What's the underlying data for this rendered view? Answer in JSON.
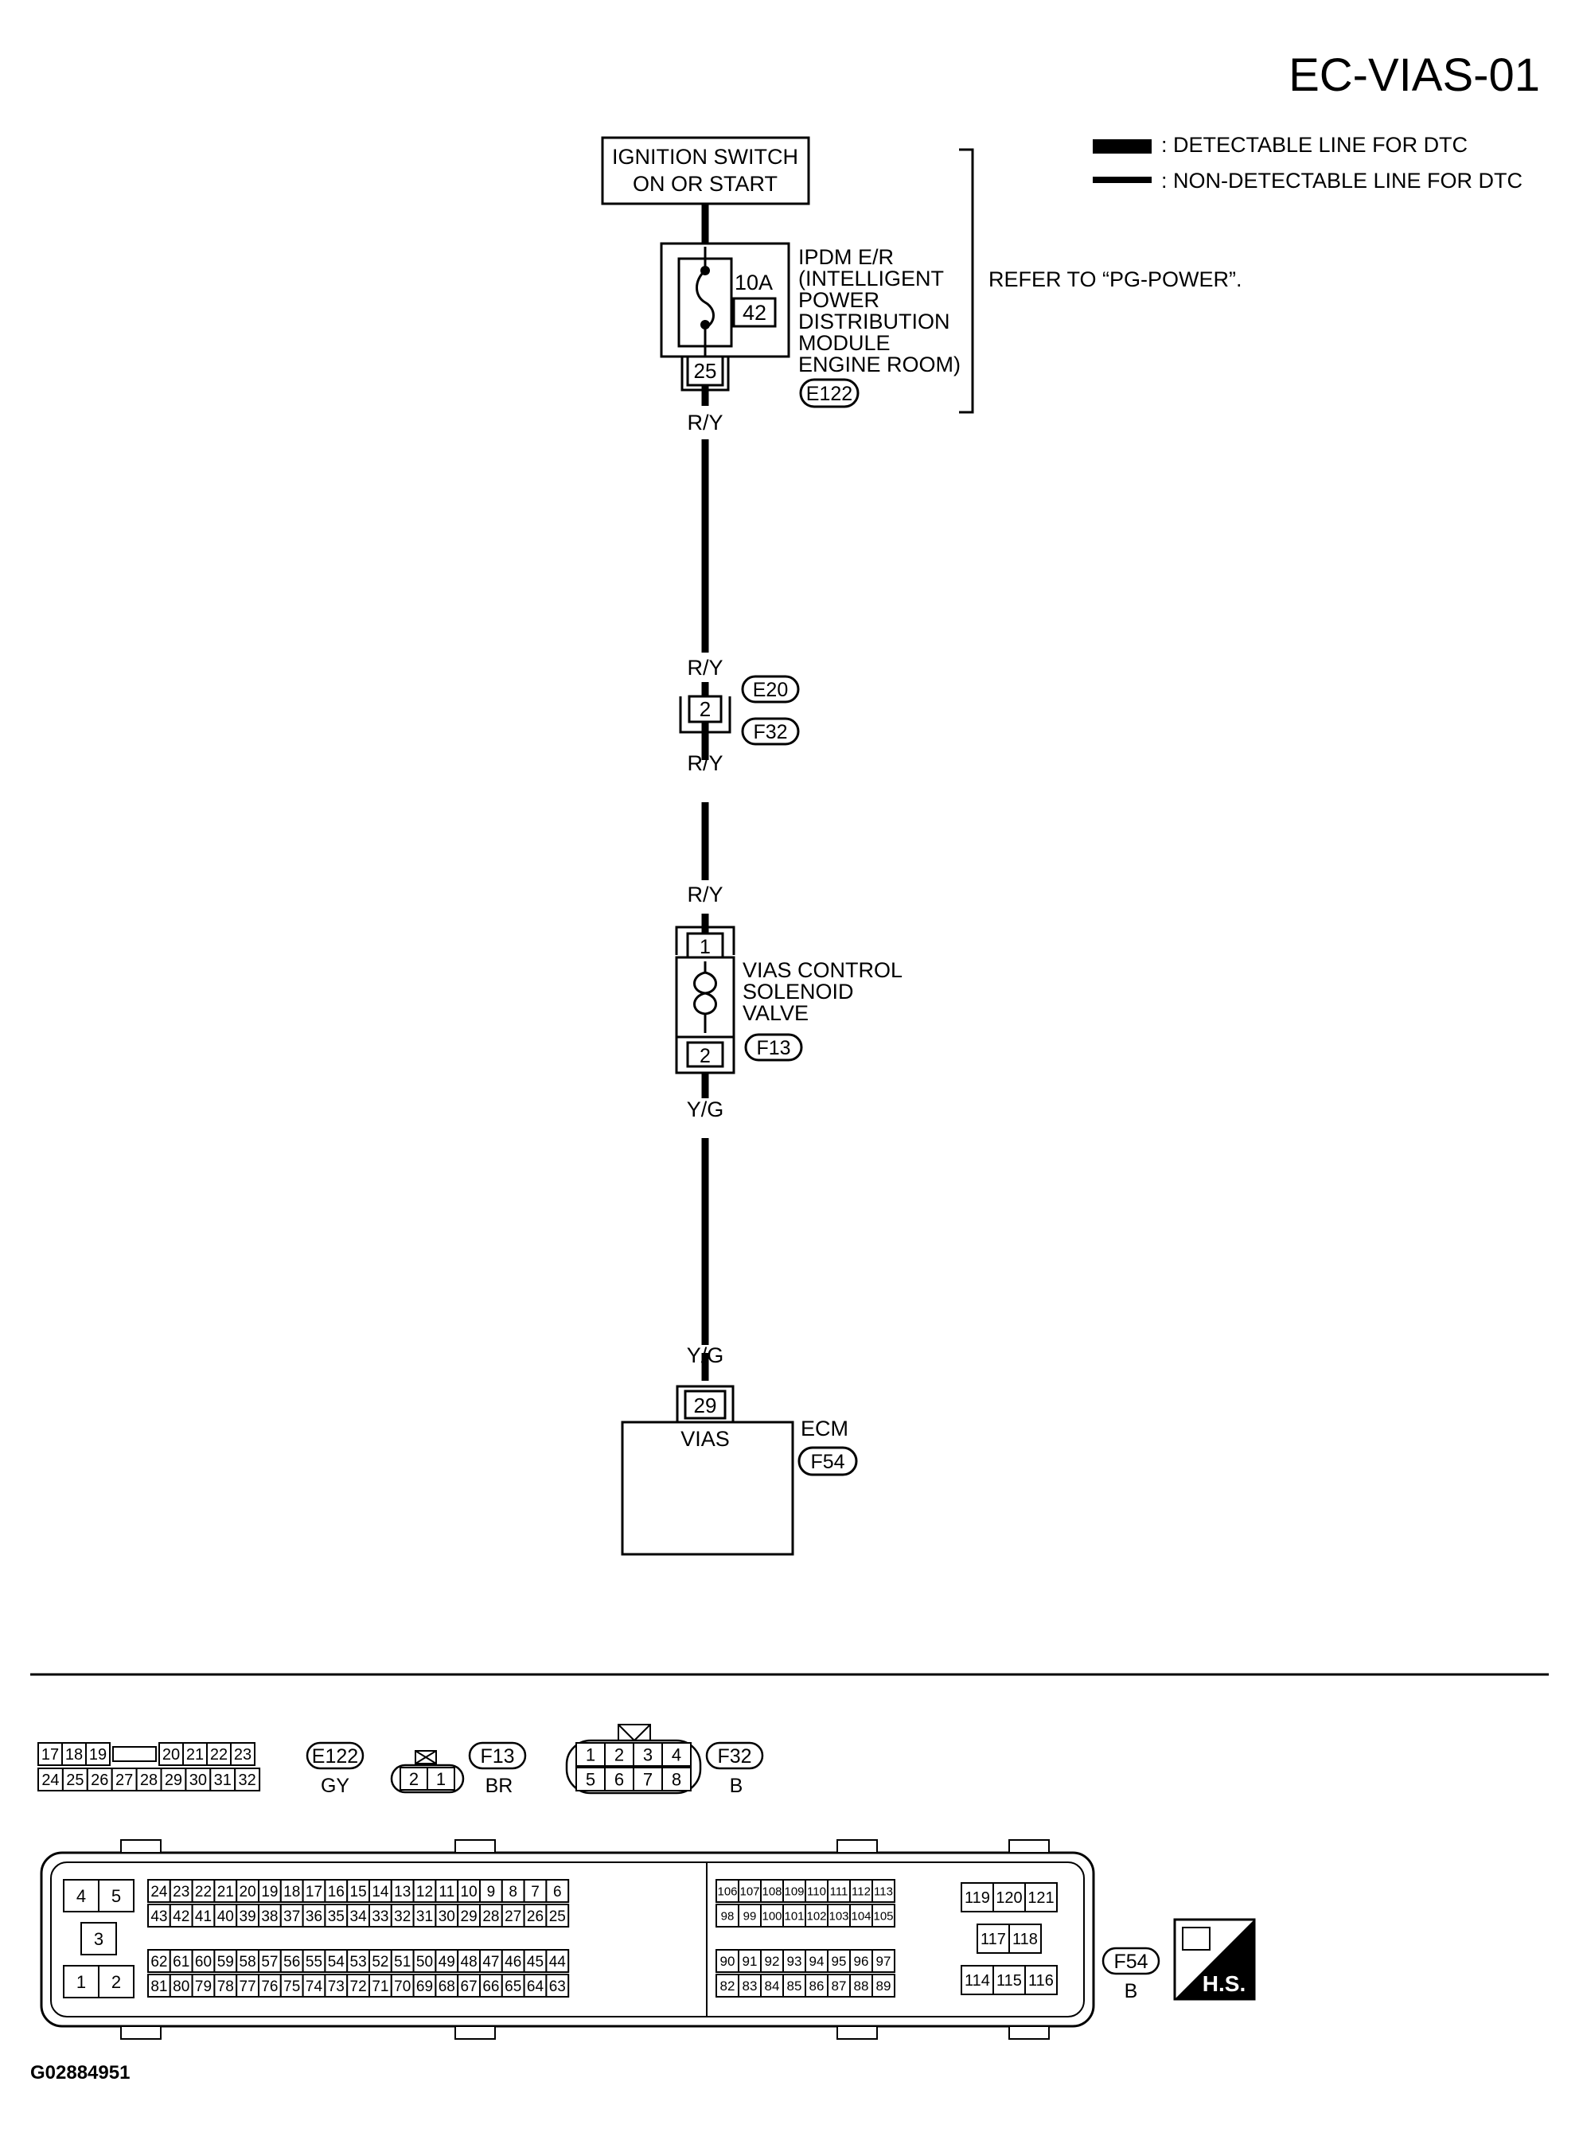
{
  "title": "EC-VIAS-01",
  "figure_id": "G02884951",
  "legend": {
    "detectable": ": DETECTABLE LINE FOR DTC",
    "non_detectable": ": NON-DETECTABLE LINE FOR DTC"
  },
  "ignition": {
    "line1": "IGNITION SWITCH",
    "line2": "ON OR START"
  },
  "ipdm": {
    "fuse_amp": "10A",
    "fuse_no": "42",
    "terminal": "25",
    "connector": "E122",
    "label": [
      "IPDM E/R",
      "(INTELLIGENT",
      "POWER",
      "DISTRIBUTION",
      "MODULE",
      "ENGINE ROOM)"
    ]
  },
  "refer_note": "REFER TO “PG-POWER”.",
  "wires": {
    "w1_bottom": "R/Y",
    "w2_top": "R/Y",
    "w2_bottom": "R/Y",
    "w3_top": "R/Y",
    "w3_bottom": "Y/G",
    "w4_top": "Y/G"
  },
  "joint": {
    "terminal": "2",
    "conn_a": "E20",
    "conn_b": "F32"
  },
  "solenoid": {
    "term_top": "1",
    "term_bottom": "2",
    "connector": "F13",
    "label": [
      "VIAS CONTROL",
      "SOLENOID",
      "VALVE"
    ]
  },
  "ecm": {
    "terminal": "29",
    "pin_label": "VIAS",
    "name": "ECM",
    "connector": "F54"
  },
  "connector_views": {
    "e122": {
      "id": "E122",
      "color": "GY",
      "row1": [
        "17",
        "18",
        "19",
        "",
        "20",
        "21",
        "22",
        "23"
      ],
      "row2": [
        "24",
        "25",
        "26",
        "27",
        "28",
        "29",
        "30",
        "31",
        "32"
      ]
    },
    "f13": {
      "id": "F13",
      "color": "BR",
      "pins": [
        "2",
        "1"
      ]
    },
    "f32": {
      "id": "F32",
      "color": "B",
      "row1": [
        "1",
        "2",
        "3",
        "4"
      ],
      "row2": [
        "5",
        "6",
        "7",
        "8"
      ]
    },
    "f54": {
      "id": "F54",
      "color": "B",
      "left_block": [
        "4",
        "5",
        "3",
        "1",
        "2"
      ],
      "a_row1": [
        "24",
        "23",
        "22",
        "21",
        "20",
        "19",
        "18",
        "17",
        "16",
        "15",
        "14",
        "13",
        "12",
        "11",
        "10",
        "9",
        "8",
        "7",
        "6"
      ],
      "a_row2": [
        "43",
        "42",
        "41",
        "40",
        "39",
        "38",
        "37",
        "36",
        "35",
        "34",
        "33",
        "32",
        "31",
        "30",
        "29",
        "28",
        "27",
        "26",
        "25"
      ],
      "a_row3": [
        "62",
        "61",
        "60",
        "59",
        "58",
        "57",
        "56",
        "55",
        "54",
        "53",
        "52",
        "51",
        "50",
        "49",
        "48",
        "47",
        "46",
        "45",
        "44"
      ],
      "a_row4": [
        "81",
        "80",
        "79",
        "78",
        "77",
        "76",
        "75",
        "74",
        "73",
        "72",
        "71",
        "70",
        "69",
        "68",
        "67",
        "66",
        "65",
        "64",
        "63"
      ],
      "b_row1": [
        "106",
        "107",
        "108",
        "109",
        "110",
        "111",
        "112",
        "113"
      ],
      "b_row2": [
        "98",
        "99",
        "100",
        "101",
        "102",
        "103",
        "104",
        "105"
      ],
      "b_row3": [
        "90",
        "91",
        "92",
        "93",
        "94",
        "95",
        "96",
        "97"
      ],
      "b_row4": [
        "82",
        "83",
        "84",
        "85",
        "86",
        "87",
        "88",
        "89"
      ],
      "c_row1": [
        "119",
        "120",
        "121"
      ],
      "c_row2": [
        "117",
        "118"
      ],
      "c_row3": [
        "114",
        "115",
        "116"
      ]
    }
  },
  "hs_badge": "H.S."
}
